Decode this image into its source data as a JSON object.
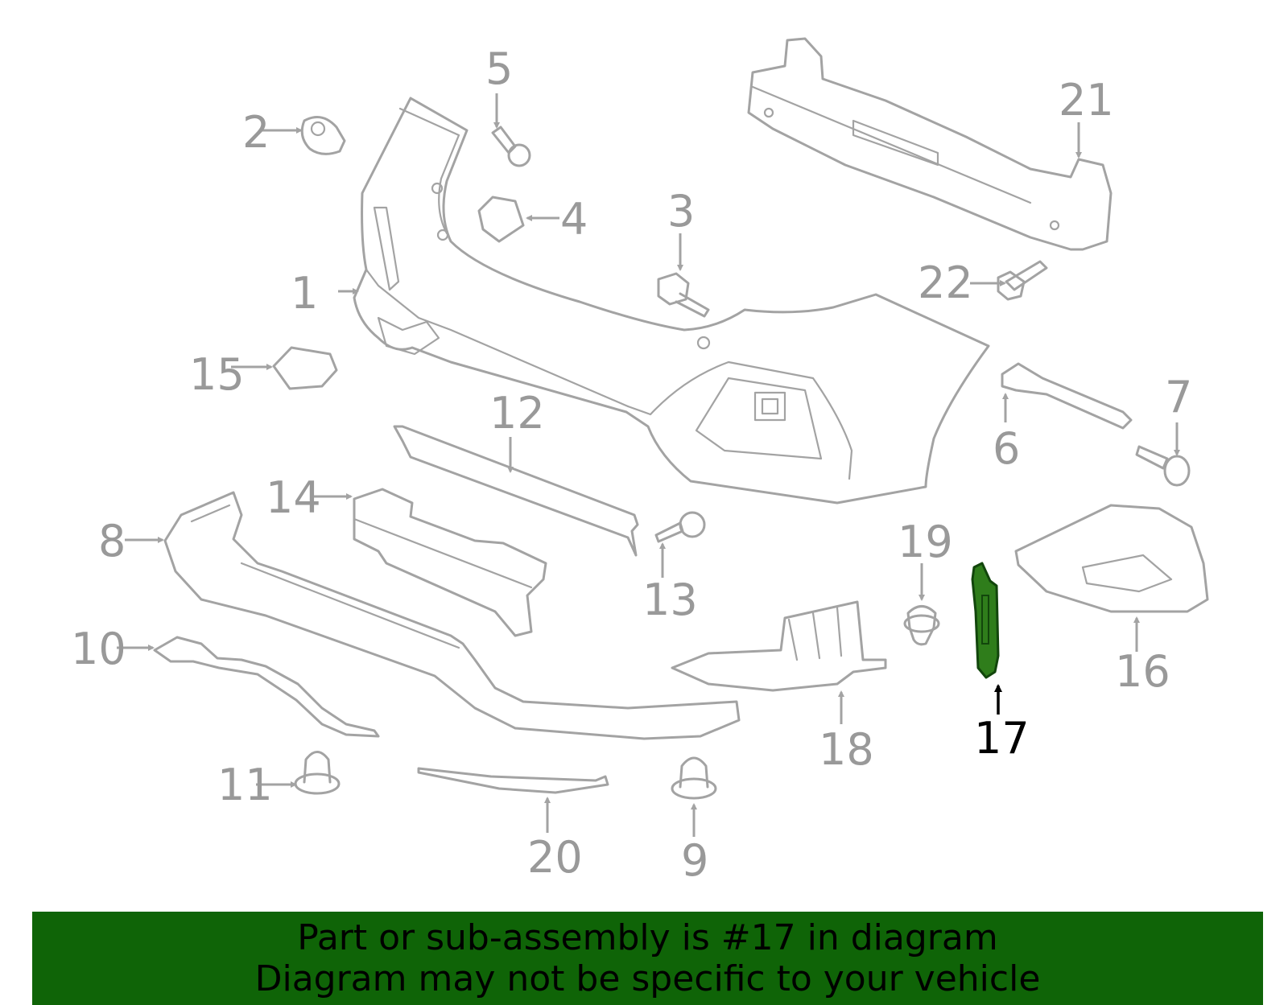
{
  "diagram": {
    "highlighted_part": "17",
    "labels": [
      "1",
      "2",
      "3",
      "4",
      "5",
      "6",
      "7",
      "8",
      "9",
      "10",
      "11",
      "12",
      "13",
      "14",
      "15",
      "16",
      "17",
      "18",
      "19",
      "20",
      "21",
      "22"
    ]
  },
  "banner": {
    "line1": "Part or sub-assembly is #17 in diagram",
    "line2": "Diagram may not be specific to your vehicle"
  },
  "colors": {
    "part_outline": "#a3a3a3",
    "label_gray": "#999999",
    "highlight_fill": "#2f7d1b",
    "banner_bg": "#0f6407"
  }
}
